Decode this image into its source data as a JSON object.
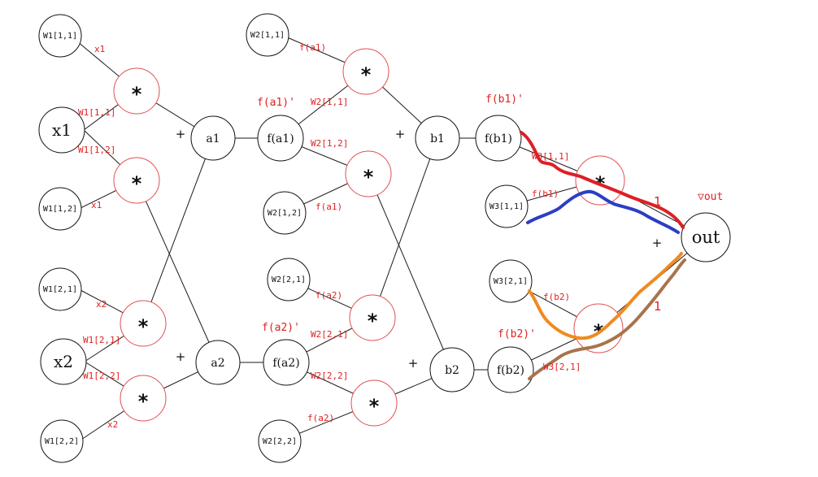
{
  "colors": {
    "red_path": "#dd1f26",
    "blue_path": "#2b3ec4",
    "orange_path": "#f08a20",
    "brown_path": "#a8744c",
    "annotation": "#e02020"
  },
  "nodes": {
    "w111": "W1[1,1]",
    "w112": "W1[1,2]",
    "w121": "W1[2,1]",
    "w122": "W1[2,2]",
    "x1": "x1",
    "x2": "x2",
    "m1": "*",
    "m2": "*",
    "m3": "*",
    "m4": "*",
    "a1": "a1",
    "a2": "a2",
    "fa1": "f(a1)",
    "fa2": "f(a2)",
    "w211": "W2[1,1]",
    "w212": "W2[1,2]",
    "w221": "W2[2,1]",
    "w222": "W2[2,2]",
    "m5": "*",
    "m6": "*",
    "m7": "*",
    "m8": "*",
    "b1": "b1",
    "b2": "b2",
    "fb1": "f(b1)",
    "fb2": "f(b2)",
    "w311": "W3[1,1]",
    "w321": "W3[2,1]",
    "m9": "*",
    "m10": "*",
    "out": "out"
  },
  "plus_signs": {
    "p_a1": "+",
    "p_a2": "+",
    "p_b1": "+",
    "p_b2": "+",
    "p_out": "+"
  },
  "annotations": {
    "x1_top": "x1",
    "w111_at_x1": "W1[1,1]",
    "w112_at_x1": "W1[1,2]",
    "x1_bottom": "x1",
    "x2_top": "x2",
    "w121_at_x2": "W1[2,1]",
    "w122_at_x2": "W1[2,2]",
    "x2_bottom": "x2",
    "fa1_prime": "f(a1)'",
    "fa1_top": "f(a1)",
    "w211_at_fa1": "W2[1,1]",
    "w212_at_fa1": "W2[1,2]",
    "fa1_bottom": "f(a1)",
    "fa2_prime": "f(a2)'",
    "fa2_top": "f(a2)",
    "w221_at_fa2": "W2[2,1]",
    "w222_at_fa2": "W2[2,2]",
    "fa2_bottom": "f(a2)",
    "fb1_prime": "f(b1)'",
    "w311_at_fb1": "W3[1,1]",
    "fb1_at_w311": "f(b1)",
    "fb2_prime": "f(b2)'",
    "fb2_at_w321": "f(b2)",
    "w321_at_fb2": "W3[2,1]",
    "one_top": "1",
    "one_bottom": "1",
    "grad_out": "▽out"
  }
}
